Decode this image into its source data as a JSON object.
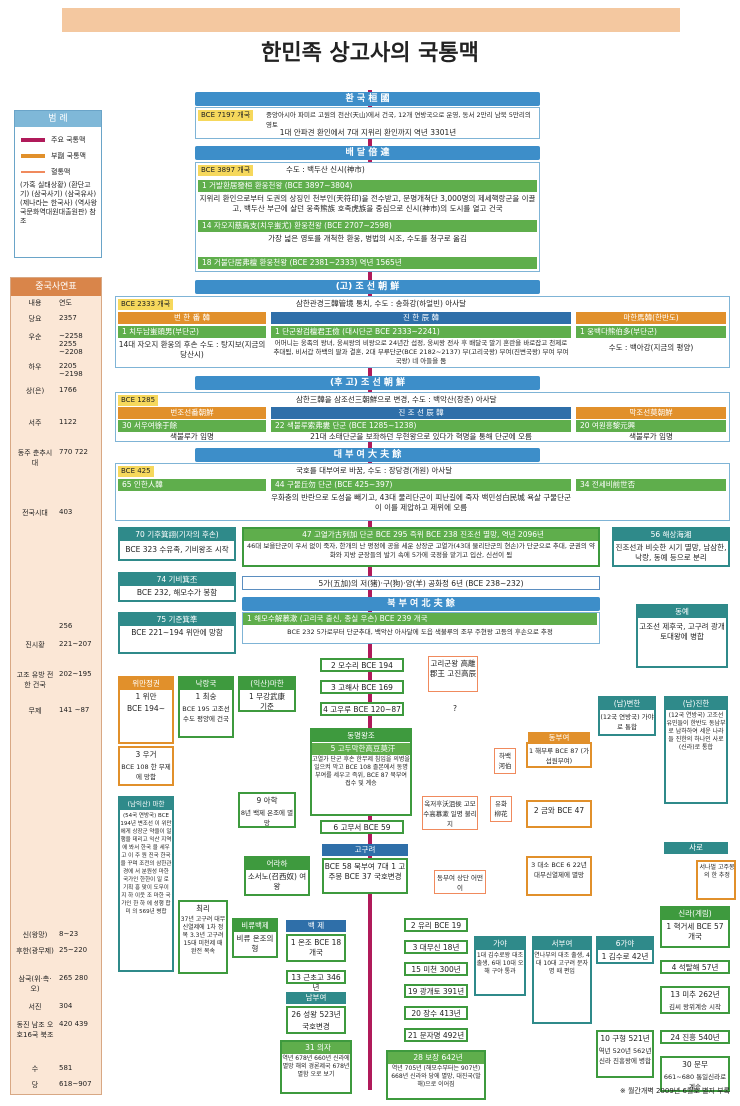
{
  "title": "한민족 상고사의 국통맥",
  "legend": {
    "head": "범 례",
    "rows": [
      {
        "label": "주요 국통맥",
        "color": "#b01a5a"
      },
      {
        "label": "부副 국통맥",
        "color": "#e1902b"
      },
      {
        "label": "혈통맥",
        "color": "#f08a5d"
      }
    ],
    "note": "(가혹 실태상황) (환단고기) (삼국사기) (삼국유사) (제나라는 한국사) (역사왕국문화역대원대출원판) 참조"
  },
  "chronology": {
    "head": "중국사연표",
    "col_name": "내용",
    "col_year": "연도",
    "rows": [
      {
        "name": "당요",
        "year": "2357"
      },
      {
        "name": "우순",
        "year": "~2258 2255 ~2208"
      },
      {
        "name": "하우",
        "year": "2205 ~2198"
      },
      {
        "name": "상(은)",
        "year": "1766"
      },
      {
        "name": "서주",
        "year": "1122"
      },
      {
        "name": "동주 춘추시대",
        "year": "770 722"
      },
      {
        "name": "전국시대",
        "year": "403"
      },
      {
        "name": "",
        "year": "256"
      },
      {
        "name": "진시황",
        "year": "221~207"
      },
      {
        "name": "고조 유방 전한 건국",
        "year": "202~195"
      },
      {
        "name": "무제",
        "year": "141 ~87"
      },
      {
        "name": "신(왕망)",
        "year": "8~23"
      },
      {
        "name": "후한(광무제)",
        "year": "25~220"
      },
      {
        "name": "삼국(위·촉·오)",
        "year": "265 280"
      },
      {
        "name": "서진",
        "year": "304"
      },
      {
        "name": "동진 남조 오호16국 북조",
        "year": "420 439"
      },
      {
        "name": "수",
        "year": "581"
      },
      {
        "name": "당",
        "year": "618~907"
      }
    ]
  },
  "hwanguk": {
    "head": "환 국 桓 國",
    "tag": "BCE 7197 개국",
    "text1": "중앙아시아 파미르 고원의 천산(天山)에서 건국, 12개 연방국으로 운영, 동서 2만리 남북 5만리의 영토",
    "text2": "1대 안파견 환인에서 7대 지위리 환인까지 역년 3301년"
  },
  "baedal": {
    "head": "배 달 倍 達",
    "tag": "BCE 3897 개국",
    "capital": "수도 : 백두산 신시(神市)",
    "row1": "1 거발환居發桓 환웅천왕 (BCE 3897~3804)",
    "text1": "지위리 환인으로부터 도권의 상징인 천부인(天符印)을 전수받고, 문명개척단 3,000명의 제세핵랑군을 이끌고, 백두산 부근에 살던 웅족熊族 호족虎族을 중심으로 신시(神市)의 도시를 열고 건국",
    "row2": "14 자오지慈烏支(치우蚩尤) 환웅천왕 (BCE 2707~2598)",
    "text2": "가장 넓은 영토를 개척한 환웅, 병법의 시조, 수도를 청구로 옮김",
    "row3": "18 거불단居弗檀 환웅천왕 (BCE 2381~2333) 역년 1565년"
  },
  "gojoseon": {
    "head": "(고) 조 선 朝 鮮",
    "tag": "BCE 2333 개국",
    "capital": "삼한관경三韓管境 통치, 수도 : 송화강(하얼빈) 아사달",
    "left_head": "번 한 番 韓",
    "mid_head": "진 한 辰 韓",
    "right_head": "마한馬韓(한반도)",
    "left_row": "1 치두남蚩頭男(부단군)",
    "left_text": "14대 자오지 환웅의 후손 수도 : 탕지보(지금의 당산시)",
    "mid_row": "1 단군왕검檀君王儉 (대시단군 BCE 2333~2241)",
    "mid_text": "어머니는 웅족의 왕녀, 웅씨왕의 비왕으로 24년간 섭정, 웅씨왕 전사 후 배달국 말기 혼란을 바로잡고 천제로 추대됨, 비서갑 하백의 딸과 결혼, 2대 부루단군(BCE 2182~2137) 부(고리국왕) 부여(진변국왕) 부여 부여국왕) 네 아들을 둠",
    "right_row": "1 웅백다熊伯多(부단군)",
    "right_text": "수도 : 백아강(지금의 평양)"
  },
  "hu_joseon": {
    "head": "(후 고) 조 선 朝 鮮",
    "tag": "BCE 1285",
    "capital": "삼한三韓을 삼조선三朝鮮으로 변경, 수도 : 백악산(장춘) 아사달",
    "left_head": "번조선番朝鮮",
    "mid_head": "진 조 선 辰 韓",
    "right_head": "막조선莫朝鮮",
    "left_row": "30 서우여徐于餘",
    "left_text": "색불루가 임명",
    "mid_row": "22 색불루索弗婁 단군 (BCE 1285~1238)",
    "mid_text": "21대 소태단군을 보좌하던 우현왕으로 있다가 혁명을 통해 단군에 오름",
    "right_row": "20 여원흥黎元興",
    "right_text": "색불루가 임명"
  },
  "buyeo": {
    "head": "대 부 여 大 夫 餘",
    "tag": "BCE 425",
    "capital": "국호를 대부여로 바꿈, 수도 : 장당경(개원) 아사달",
    "left_row": "65 인한人韓",
    "mid_row": "44 구물丘勿 단군 (BCE 425~397)",
    "mid_text": "우화충의 반란으로 도성을 빼기고, 43대 물리단군이 피난길에 죽자 백민성白民城 욕살 구물단군이 이를 제압하고 제위에 오름",
    "right_row": "34 전세비前世否",
    "gija": "70 기후箕詡(기자의 후손)",
    "gija_text": "BCE 323 수유족, 기비왕조 시작",
    "go_yeol": "47 고열가古列加 단군 BCE 295 즉위 BCE 238 진조선 멸망, 역년 2096년",
    "go_yeol_text": "46대 보을단군이 우서 없이 죽자, 한개의 난 평정에 공을 세운 상장군 고열가(43대 물리단군의 현손)가 단군으로 추대, 군권의 약화와 지방 군장들의 발기 속에 5가에 국정을 맡기고 입산, 신선이 됨",
    "right2": "56 해상海湘",
    "right2_text": "진조선과 비슷한 시기 멸망, 남삼한, 낙랑, 동예 등으로 분리",
    "gibi": "74 기비箕丕",
    "gibi_text": "BCE 232, 해모수가 봉함",
    "ogahwa": "5가(五加)의 저(猪)·구(狗)·양(羊) 공화정 6년 (BCE 238~232)",
    "jun": "75 기준箕準",
    "jun_text": "BCE 221~194 위만에 망함"
  },
  "bukbuyeo": {
    "head": "북 부 여 北 夫 餘",
    "row": "1 해모수解慕漱 (고리국 출신, 종실 우손) BCE 239 개국",
    "text": "BCE 232 5가로부터 단군추대, 백악산 아사달에 도읍 색불루의 조부 주현왕 고등의 후손으로 추정",
    "donge": "동예",
    "donge_text": "고조선 제후국, 고구려 광개토대왕에 병합"
  },
  "nodes": {
    "mosuri": "2 모수리 BCE 194",
    "gohaesa": "3 고해사 BCE 169",
    "gouru": "4 고우루 BCE 120~87",
    "gori": "고리군왕 高離郡王 고진高辰",
    "q": "?",
    "dongmyeong": "동명왕조",
    "godumak": "5 고두막한高豆莫汗",
    "godumak_text": "고열가 단군 후손 한무제 침입을 의병을 일으켜 막고 BCE 108 졸본에서 동명부여를 세우고 즉위, BCE 87 북부여 접수 및 계승",
    "gomusu": "6 고무서 BCE 59",
    "okjeo": "옥저후沃沮侯 고모수高慕漱 일명 불리지",
    "yuhwa": "유화 柳花",
    "habaek": "하백 河伯",
    "dongbuyeo": "동부여",
    "haebuyeo": "1 해부루 BCE 87 (가섭원부여)",
    "geumwa": "2 금와 BCE 47",
    "daeso": "3 대소 BCE 6 22년 대무신열제에 멸망",
    "goguryeo": "고구려",
    "gojumong": "BCE 58 북부여 7대 1 고주몽 BCE 37 국호변경",
    "buyeo_sanggu": "동부여 상단 어떤이",
    "yuri": "2 유리 BCE 19",
    "daemusin": "3 대무신 18년",
    "micheon": "15 미천 300년",
    "gwanggaeto": "19 광개토 391년",
    "jangsu": "20 장수 413년",
    "yeongyang": "21 문자명 492년",
    "bojang": "28 보장 642년",
    "bojang_text": "역년 705년 (해모수부터는 907년) 668년 신라와 당에 멸망, 대진국(발해)으로 이어짐",
    "eoraha": "어라하",
    "eoraha_text": "소서노(召西奴) 여왕",
    "biryu": "비류백제",
    "biryu_text": "비류 온조의 형",
    "baekje": "백 제",
    "onjo": "1 온조 BCE 18 개국",
    "geunchogo": "13 근초고 346년",
    "nambuyeo": "남부여",
    "seong": "26 성왕 523년",
    "seong_text": "국호변경",
    "uija": "31 의자",
    "uija_text": "역년 678년 660년 신라에 멸망 해외 경론제국 678년 멸함 오로 보기",
    "gaya": "가야",
    "gaya_text": "1대 김수로왕 대조 출생, 6대 10대 오 해 구야 통과",
    "saburo": "서부여",
    "saburo_text": "연나부의 대조 출생, 4대 10대 고구려 문자명 때 편입",
    "wiman_head": "위만정권",
    "wiman1": "1 위만",
    "wiman1_text": "BCE 194~",
    "wiman3": "3 우거",
    "wiman3_text": "BCE 108 한 무제에 망함",
    "nakrang_head": "낙랑국",
    "choesung": "1 최숭",
    "choesung_text": "BCE 195 고조선수도 평양에 건국",
    "ikmoon_head": "(익산)마한",
    "mujung": "1 무강武康",
    "mujung_text": "기준",
    "ahak": "9 아학",
    "ahak_text": "8년 백제 온조에 멸망",
    "namik_head": "(남익산) 마한",
    "namik_text": "(54국 연방국) BCE 194년 변조선 이 위만에게 상장군 약을이 일행을 데리고 익산 지역에 봐서 한국 을 세우고 이 주 원 진국 한국을 꾸며 조전의 삼한관경에 서 분원성 마한 국가인 한한이 일 로 기획 흥 맞이 도무이 지 하 이웃 조 마한 국가인 한 하 에 성행 합 미 의 569년 병합",
    "choeri": "최리",
    "choeri_text": "37년 고구려 대무신열제에 1차 정복 3.3년 고구려 15대 미천제 때 완전 복속",
    "jinhan_south": "(남)변한",
    "jinhan_south_text": "(12국 연방국) 가야로 통합",
    "jinhan2": "(남)진한",
    "jinhan2_text": "(12국 연방국) 고조선 유민들이 한반도 동남부로 남하하여 세운 나라들 진한의 하나인 사로(신라)로 통합",
    "saro": "사로",
    "seorabeol": "서나벌 고주몽의 한 추정",
    "silla": "신라(계림)",
    "hyeokgeose": "1 혁거세 BCE 57 개국",
    "talhae": "4 석탈해 57년",
    "michu": "13 미추 262년",
    "michu_text": "김씨 왕위계승 시작",
    "jinheung": "24 진흥 540년",
    "munmu": "30 문무",
    "munmu_text": "661~680 통일신라로 계승",
    "gaya2": "6가야",
    "suro": "1 김수로 42년",
    "guhyeong": "10 구형 521년",
    "guhyeong_text": "역년 520년 562년 신라 진흥왕에 병합"
  },
  "footer": "※ 월간개벽 2009년 6월호 별지 부록"
}
